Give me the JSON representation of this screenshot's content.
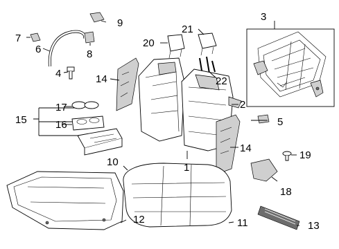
{
  "callouts": {
    "c1": "1",
    "c2": "2",
    "c3": "3",
    "c4": "4",
    "c5": "5",
    "c6": "6",
    "c7": "7",
    "c8": "8",
    "c9": "9",
    "c10": "10",
    "c11": "11",
    "c12": "12",
    "c13": "13",
    "c14a": "14",
    "c14b": "14",
    "c15": "15",
    "c16": "16",
    "c17": "17",
    "c18": "18",
    "c19": "19",
    "c20": "20",
    "c21": "21",
    "c22": "22"
  }
}
